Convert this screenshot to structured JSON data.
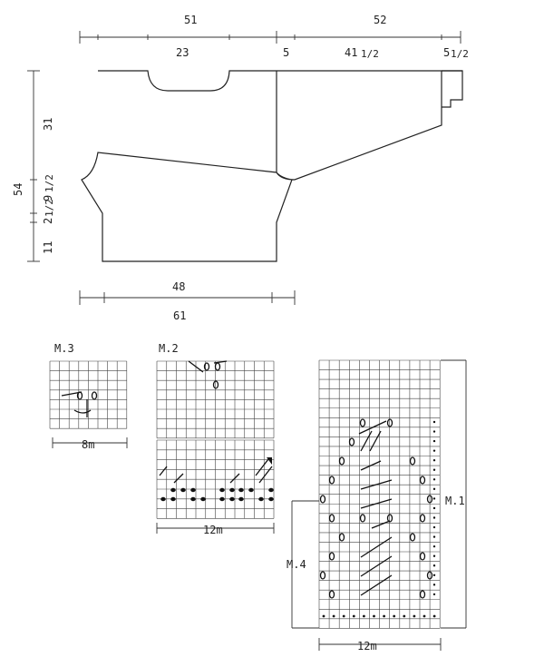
{
  "measurements": {
    "top": {
      "body_width": "51",
      "sleeve_length": "52",
      "neck_width": "23",
      "sleeve_seg_a": "5",
      "sleeve_seg_b": "41",
      "sleeve_seg_b_frac": "1/2",
      "sleeve_seg_c": "5",
      "sleeve_seg_c_frac": "1/2"
    },
    "left": {
      "total_height": "54",
      "upper": "31",
      "mid": "9",
      "mid_frac": "1/2",
      "small": "2",
      "small_frac": "1/2",
      "bottom": "11"
    },
    "bottom": {
      "inner_width": "48",
      "outer_width": "61"
    }
  },
  "charts": {
    "m3": {
      "label": "M.3",
      "stitches": "8m"
    },
    "m2": {
      "label": "M.2",
      "stitches": "12m"
    },
    "m1": {
      "label": "M.1",
      "stitches": "12m",
      "side_label": "M.4"
    }
  }
}
